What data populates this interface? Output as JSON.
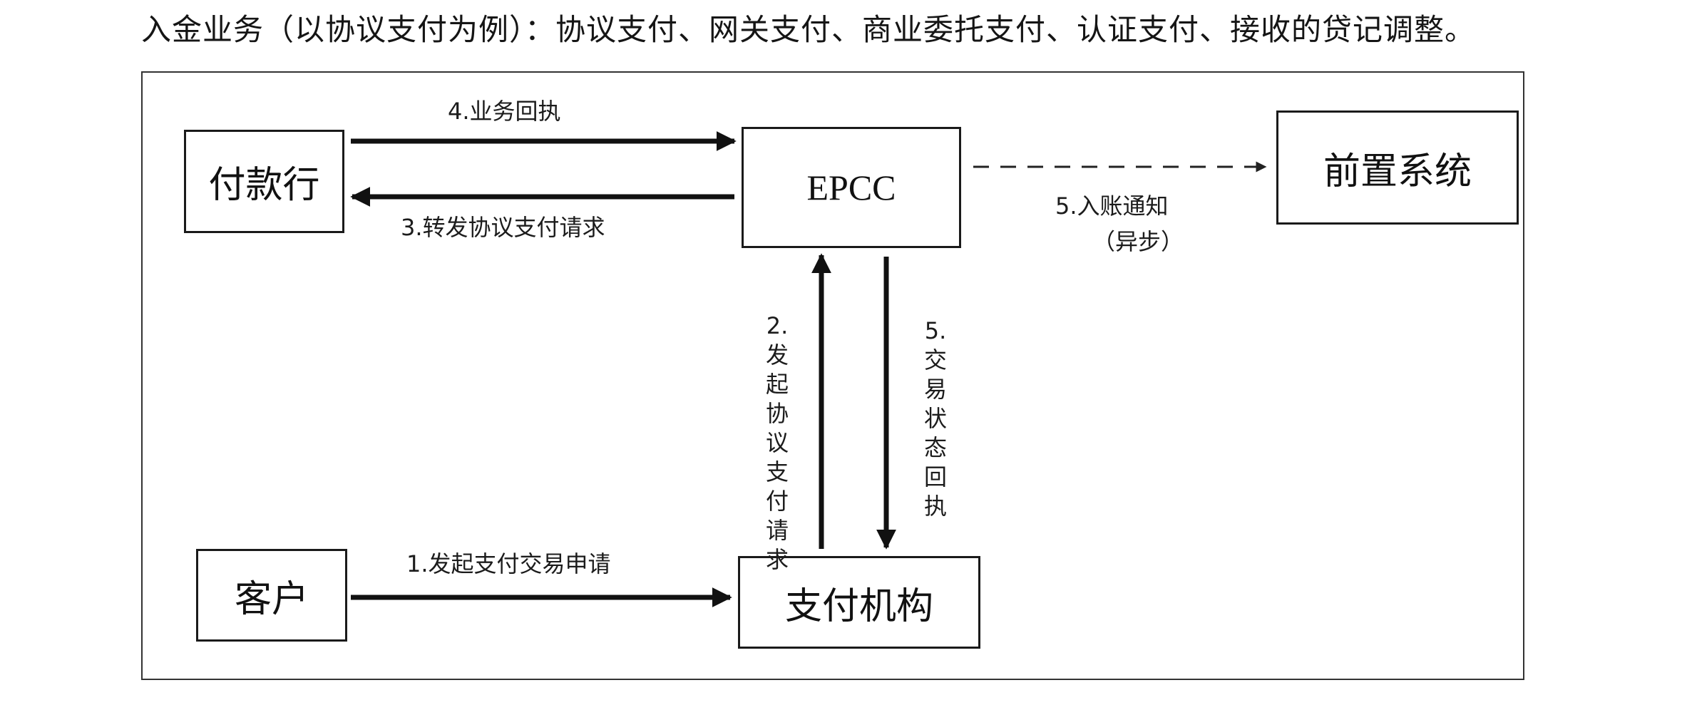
{
  "heading": "入金业务（以协议支付为例）：协议支付、网关支付、商业委托支付、认证支付、接收的贷记调整。",
  "nodes": {
    "payer_bank": "付款行",
    "epcc": "EPCC",
    "front_system": "前置系统",
    "customer": "客户",
    "payment_institution": "支付机构"
  },
  "edges": {
    "step1": "1.发起支付交易申请",
    "step2": [
      "2.",
      "发起",
      "协议",
      "支付",
      "请求"
    ],
    "step3": "3.转发协议支付请求",
    "step4": "4.业务回执",
    "step5_status": [
      "5.",
      "交易",
      "状态",
      "回执"
    ],
    "step5_notice": "5.入账通知",
    "step5_async": "（异步）"
  }
}
